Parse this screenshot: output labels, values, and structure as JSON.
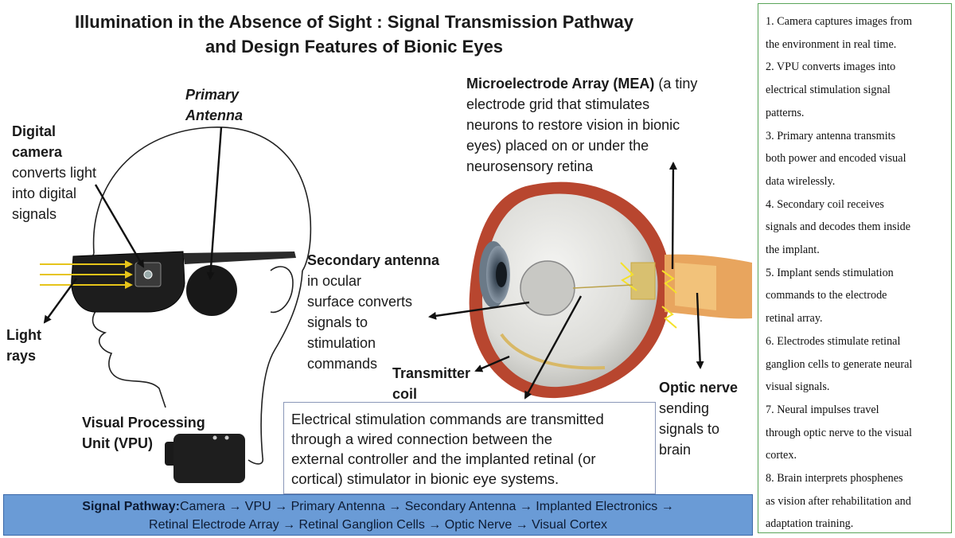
{
  "title": {
    "line1": "Illumination in the Absence of Sight : Signal Transmission Pathway",
    "line2": "and Design Features of Bionic Eyes"
  },
  "labels": {
    "camera": {
      "bold1": "Digital",
      "bold2": "camera",
      "line3": "converts light",
      "line4": "into digital",
      "line5": "signals"
    },
    "antenna": {
      "line1": "Primary",
      "line2": "Antenna"
    },
    "light": {
      "line1": "Light",
      "line2": "rays"
    },
    "vpu": {
      "line1": "Visual Processing",
      "line2": "Unit (VPU)"
    },
    "mea": {
      "bold": "Microelectrode Array (MEA)",
      "line1_rest": " (a tiny",
      "line2": "electrode grid that stimulates",
      "line3": "neurons to restore vision in bionic",
      "line4": "eyes) placed on or under the",
      "line5": "neurosensory retina"
    },
    "secondary": {
      "bold": "Secondary antenna",
      "line2": "in ocular",
      "line3": "surface converts",
      "line4": "signals to",
      "line5": "stimulation",
      "line6": "commands"
    },
    "transmitter": {
      "line1": "Transmitter",
      "line2": "coil"
    },
    "optic": {
      "bold": "Optic nerve",
      "line2": "sending",
      "line3": "signals to",
      "line4": "brain"
    }
  },
  "wired_box": {
    "line1": "Electrical stimulation commands are transmitted",
    "line2": "through a wired connection between the",
    "line3": "external controller and the implanted retinal (or",
    "line4": "cortical) stimulator in bionic eye systems."
  },
  "pathway": {
    "prefix": "Signal Pathway:",
    "line1": "Camera → VPU → Primary Antenna → Secondary Antenna → Implanted Electronics →",
    "line2": "Retinal Electrode Array → Retinal Ganglion Cells → Optic Nerve → Visual Cortex"
  },
  "steps": [
    "1. Camera captures images from",
    "the environment in real time.",
    "2. VPU converts images into",
    "electrical stimulation signal",
    "patterns.",
    "3. Primary antenna transmits",
    "both power and encoded visual",
    "data wirelessly.",
    "4. Secondary coil receives",
    "signals and decodes them inside",
    "the implant.",
    "5. Implant sends stimulation",
    "commands to the electrode",
    "retinal array.",
    "6. Electrodes stimulate retinal",
    "ganglion cells to generate neural",
    "visual signals.",
    "7. Neural impulses travel",
    "through optic nerve to the visual",
    "cortex.",
    "8. Brain interprets phosphenes",
    "as vision after rehabilitation and",
    "adaptation training."
  ],
  "colors": {
    "panel_border": "#5aa55a",
    "pathway_bg": "#6a9bd6",
    "light_rays": "#f2d21a",
    "eye_tissue": "#b8462f"
  }
}
